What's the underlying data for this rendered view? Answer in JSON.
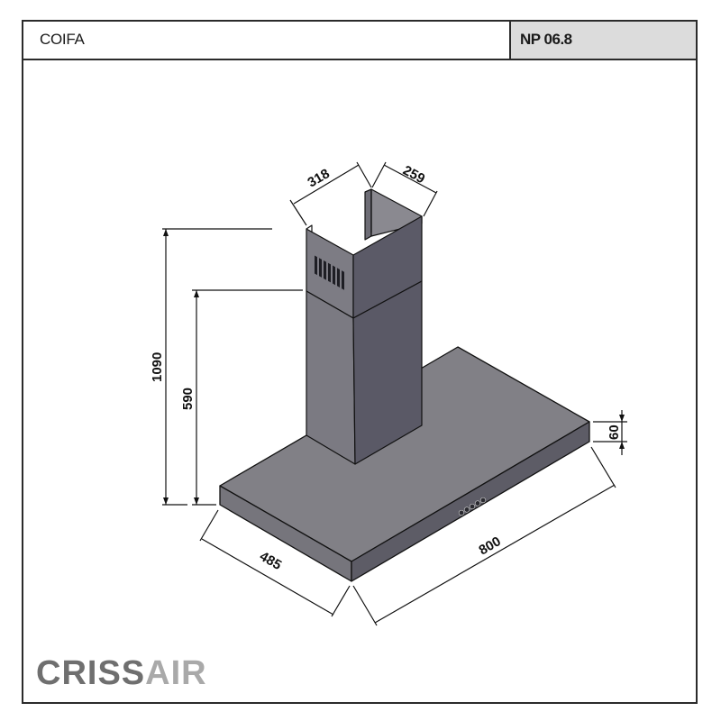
{
  "header": {
    "title": "COIFA",
    "model_code": "NP 06.8"
  },
  "drawing": {
    "subject": "wall-mounted chimney range hood",
    "dimensions": {
      "chimney_width": "318",
      "chimney_depth": "259",
      "total_height": "1090",
      "chimney_height": "590",
      "canopy_thickness": "60",
      "canopy_depth": "485",
      "canopy_width": "800"
    },
    "colors": {
      "canopy_top": "#818086",
      "canopy_front": "#5d5c66",
      "canopy_side": "#6f6e76",
      "chimney_left": "#7b7a82",
      "chimney_right": "#5a5966",
      "line": "#111111"
    }
  },
  "logo": {
    "part1": "CRISS",
    "part2": "AIR"
  }
}
